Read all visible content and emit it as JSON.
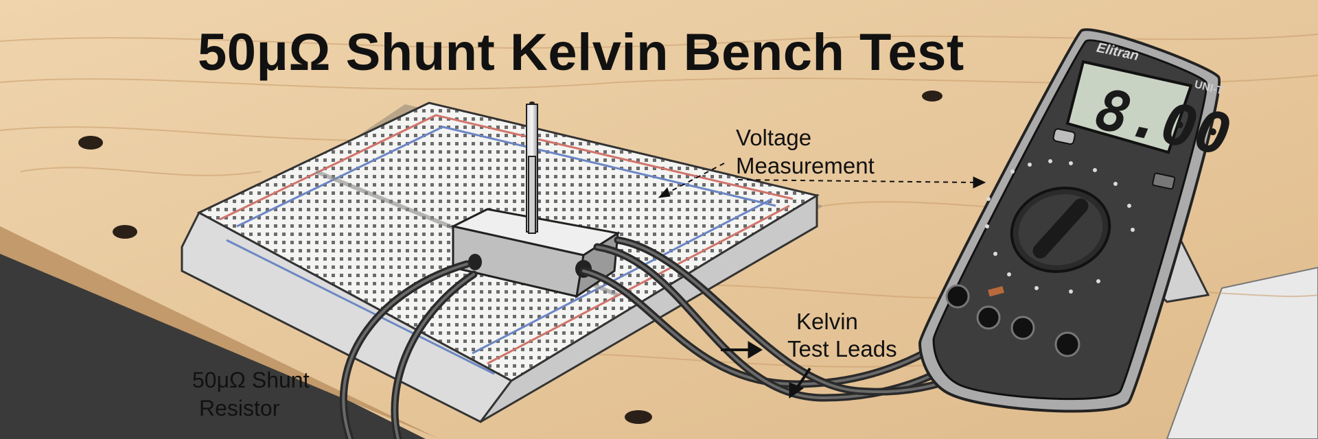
{
  "title": "50μΩ Shunt Kelvin Bench Test",
  "labels": {
    "voltage_line1": "Voltage",
    "voltage_line2": "Measurement",
    "kelvin_line1": "Kelvin",
    "kelvin_line2": "Test Leads",
    "shunt_line1": "50μΩ Shunt",
    "shunt_line2": "Resistor"
  },
  "multimeter": {
    "display_reading": "8.00",
    "brand": "Elitran",
    "model": "UNI-T"
  },
  "colors": {
    "bench": "#e7c89f",
    "bench_grain": "#c89b6a",
    "meter_body": "#3d3d3d",
    "lcd": "#c9d3c4",
    "rail_red": "#d0746a",
    "rail_blue": "#6b86c4"
  }
}
